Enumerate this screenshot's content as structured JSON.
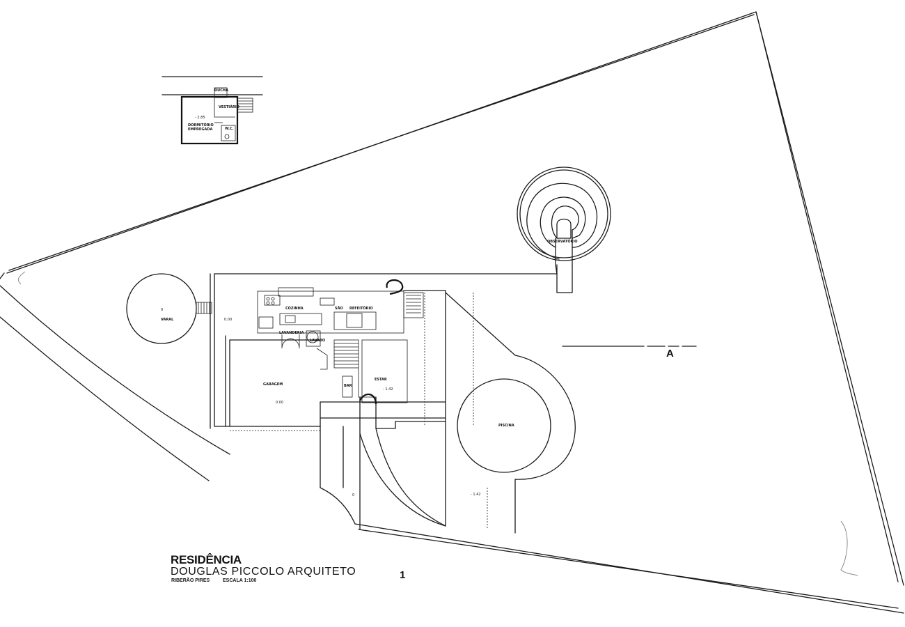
{
  "title_block": {
    "title": "RESIDÊNCIA",
    "architect": "DOUGLAS PICCOLO  ARQUITETO",
    "location": "RIBERÃO PIRES",
    "scale": "ESCALA  1:100",
    "sheet_number": "1"
  },
  "section_marker": "A",
  "rooms": {
    "cozinha": "COZINHA",
    "sao": "SÃO",
    "refeitorio": "REFEITÓRIO",
    "lavanderia": "LAVANDERIA",
    "lavabo": "LAVABO",
    "garagem": "GARAGEM",
    "estar": "ESTAR",
    "bar": "BAR",
    "varal": "VARAL",
    "piscina": "PISCINA",
    "observatorio": "OBSERVATÓRIO",
    "ducha": "DUCHA",
    "vestiario": "VESTIÁRIO",
    "dormitorio": "DORMITÓRIO",
    "empregada": "EMPREGADA",
    "wc": "W.C."
  },
  "levels": {
    "varal_level": "0",
    "entry_level": "0.00",
    "garagem_level": "0.00",
    "estar_level": "- 1.42",
    "pool_deck_level": "- 1.42",
    "dormitorio_level": "- 2.85",
    "street_level": "0"
  },
  "colors": {
    "ink": "#1a1a1a",
    "paper": "#ffffff"
  }
}
